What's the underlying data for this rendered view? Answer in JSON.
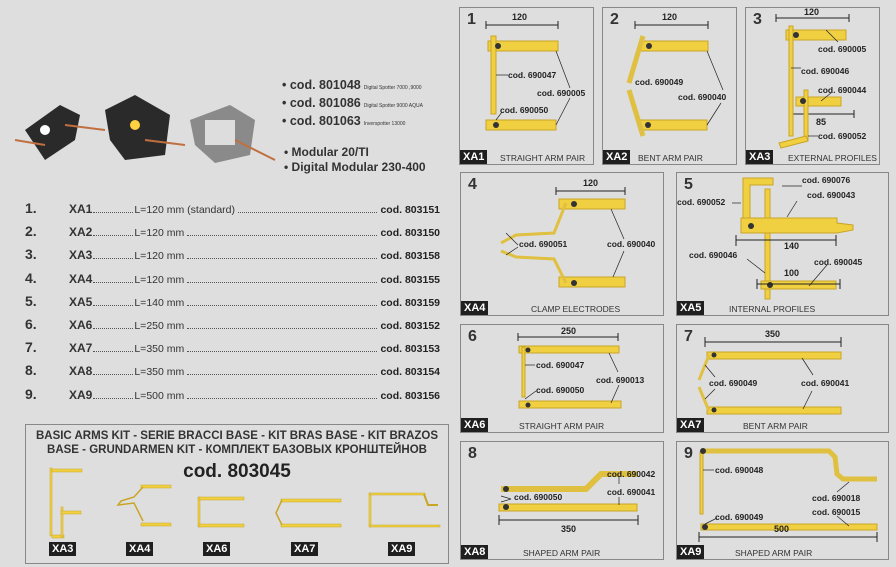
{
  "models": [
    {
      "code": "cod. 801048",
      "desc": "Digital Spotter 7000 ,9000"
    },
    {
      "code": "cod. 801086",
      "desc": "Digital Spotter 9000 AQUA"
    },
    {
      "code": "cod. 801063",
      "desc": "Inverspotter 13000"
    }
  ],
  "modular": [
    "Modular 20/TI",
    "Digital Modular 230-400"
  ],
  "list": [
    {
      "n": "1.",
      "xa": "XA1",
      "len": "L=120 mm (standard)",
      "cod": "cod. 803151"
    },
    {
      "n": "2.",
      "xa": "XA2",
      "len": "L=120 mm",
      "cod": "cod. 803150"
    },
    {
      "n": "3.",
      "xa": "XA3",
      "len": "L=120 mm",
      "cod": "cod. 803158"
    },
    {
      "n": "4.",
      "xa": "XA4",
      "len": "L=120 mm",
      "cod": "cod. 803155"
    },
    {
      "n": "5.",
      "xa": "XA5",
      "len": "L=140 mm",
      "cod": "cod. 803159"
    },
    {
      "n": "6.",
      "xa": "XA6",
      "len": "L=250 mm",
      "cod": "cod. 803152"
    },
    {
      "n": "7.",
      "xa": "XA7",
      "len": "L=350 mm",
      "cod": "cod. 803153"
    },
    {
      "n": "8.",
      "xa": "XA8",
      "len": "L=350 mm",
      "cod": "cod. 803154"
    },
    {
      "n": "9.",
      "xa": "XA9",
      "len": "L=500 mm",
      "cod": "cod. 803156"
    }
  ],
  "kit": {
    "line1": "BASIC ARMS KIT - SERIE BRACCI BASE - KIT BRAS BASE - KIT BRAZOS",
    "line2": "BASE - GRUNDARMEN KIT - КОМПЛЕКТ БАЗОВЫХ КРОНШТЕЙНОВ",
    "code": "cod. 803045",
    "badges": [
      "XA3",
      "XA4",
      "XA6",
      "XA7",
      "XA9"
    ]
  },
  "panels": [
    {
      "num": "1",
      "badge": "XA1",
      "caption": "STRAIGHT ARM PAIR",
      "dims": [
        "120"
      ],
      "labels": [
        "cod. 690047",
        "cod. 690005",
        "cod. 690050"
      ]
    },
    {
      "num": "2",
      "badge": "XA2",
      "caption": "BENT ARM PAIR",
      "dims": [
        "120"
      ],
      "labels": [
        "cod. 690049",
        "cod. 690040"
      ]
    },
    {
      "num": "3",
      "badge": "XA3",
      "caption": "EXTERNAL PROFILES",
      "dims": [
        "120",
        "85"
      ],
      "labels": [
        "cod. 690005",
        "cod. 690046",
        "cod. 690044",
        "cod. 690052"
      ]
    },
    {
      "num": "4",
      "badge": "XA4",
      "caption": "CLAMP ELECTRODES",
      "dims": [
        "120"
      ],
      "labels": [
        "cod. 690051",
        "cod. 690040"
      ]
    },
    {
      "num": "5",
      "badge": "XA5",
      "caption": "INTERNAL PROFILES",
      "dims": [
        "140",
        "100"
      ],
      "labels": [
        "cod. 690076",
        "cod. 690052",
        "cod. 690043",
        "cod. 690046",
        "cod. 690045"
      ]
    },
    {
      "num": "6",
      "badge": "XA6",
      "caption": "STRAIGHT ARM PAIR",
      "dims": [
        "250"
      ],
      "labels": [
        "cod. 690047",
        "cod. 690013",
        "cod. 690050"
      ]
    },
    {
      "num": "7",
      "badge": "XA7",
      "caption": "BENT ARM PAIR",
      "dims": [
        "350"
      ],
      "labels": [
        "cod. 690049",
        "cod. 690041"
      ]
    },
    {
      "num": "8",
      "badge": "XA8",
      "caption": "SHAPED ARM PAIR",
      "dims": [
        "350"
      ],
      "labels": [
        "cod. 690042",
        "cod. 690041",
        "cod. 690050"
      ]
    },
    {
      "num": "9",
      "badge": "XA9",
      "caption": "SHAPED ARM PAIR",
      "dims": [
        "500"
      ],
      "labels": [
        "cod. 690048",
        "cod. 690018",
        "cod. 690015",
        "cod. 690049"
      ]
    }
  ],
  "colors": {
    "arm": "#f0d040",
    "armDark": "#c9a526",
    "background": "#dedede",
    "badge": "#1f1f1f"
  }
}
